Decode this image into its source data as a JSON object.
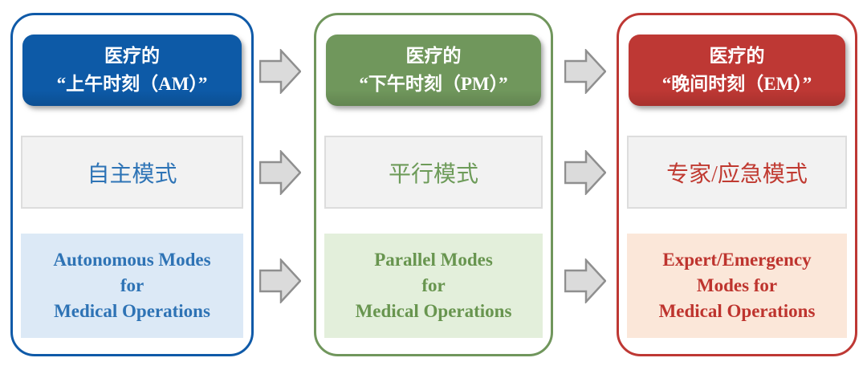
{
  "columns": [
    {
      "id": "am",
      "header": {
        "line1": "医疗的",
        "line2": "“上午时刻（AM）”"
      },
      "mode": {
        "label": "自主模式"
      },
      "english": {
        "lines": [
          "Autonomous Modes",
          "for",
          "Medical Operations"
        ]
      },
      "colors": {
        "accent": "#0F5AA8",
        "header_bg": "#0D5AA7",
        "header_text": "#FFFFFF",
        "mode_bg": "#F2F2F2",
        "mode_border": "#DDDDDD",
        "mode_text": "#2E74B6",
        "english_bg": "#DCE9F6",
        "english_text": "#2E73B5"
      }
    },
    {
      "id": "pm",
      "header": {
        "line1": "医疗的",
        "line2": "“下午时刻（PM）”"
      },
      "mode": {
        "label": "平行模式"
      },
      "english": {
        "lines": [
          "Parallel Modes",
          "for",
          "Medical Operations"
        ]
      },
      "colors": {
        "accent": "#70965C",
        "header_bg": "#70975C",
        "header_text": "#FFFFFF",
        "mode_bg": "#F2F2F2",
        "mode_border": "#DDDDDD",
        "mode_text": "#6D9B59",
        "english_bg": "#E3EFDB",
        "english_text": "#68954F"
      }
    },
    {
      "id": "em",
      "header": {
        "line1": "医疗的",
        "line2": "“晚间时刻（EM）”"
      },
      "mode": {
        "label": "专家/应急模式"
      },
      "english": {
        "lines": [
          "Expert/Emergency",
          "Modes for",
          "Medical Operations"
        ]
      },
      "colors": {
        "accent": "#BE3834",
        "header_bg": "#BE3834",
        "header_text": "#FFFFFF",
        "mode_bg": "#F2F2F2",
        "mode_border": "#DDDDDD",
        "mode_text": "#C03A31",
        "english_bg": "#FBE7D9",
        "english_text": "#BE342E"
      }
    }
  ],
  "arrow": {
    "direction": "right",
    "fill": "#DBDBDB",
    "stroke": "#8F8F8F"
  }
}
